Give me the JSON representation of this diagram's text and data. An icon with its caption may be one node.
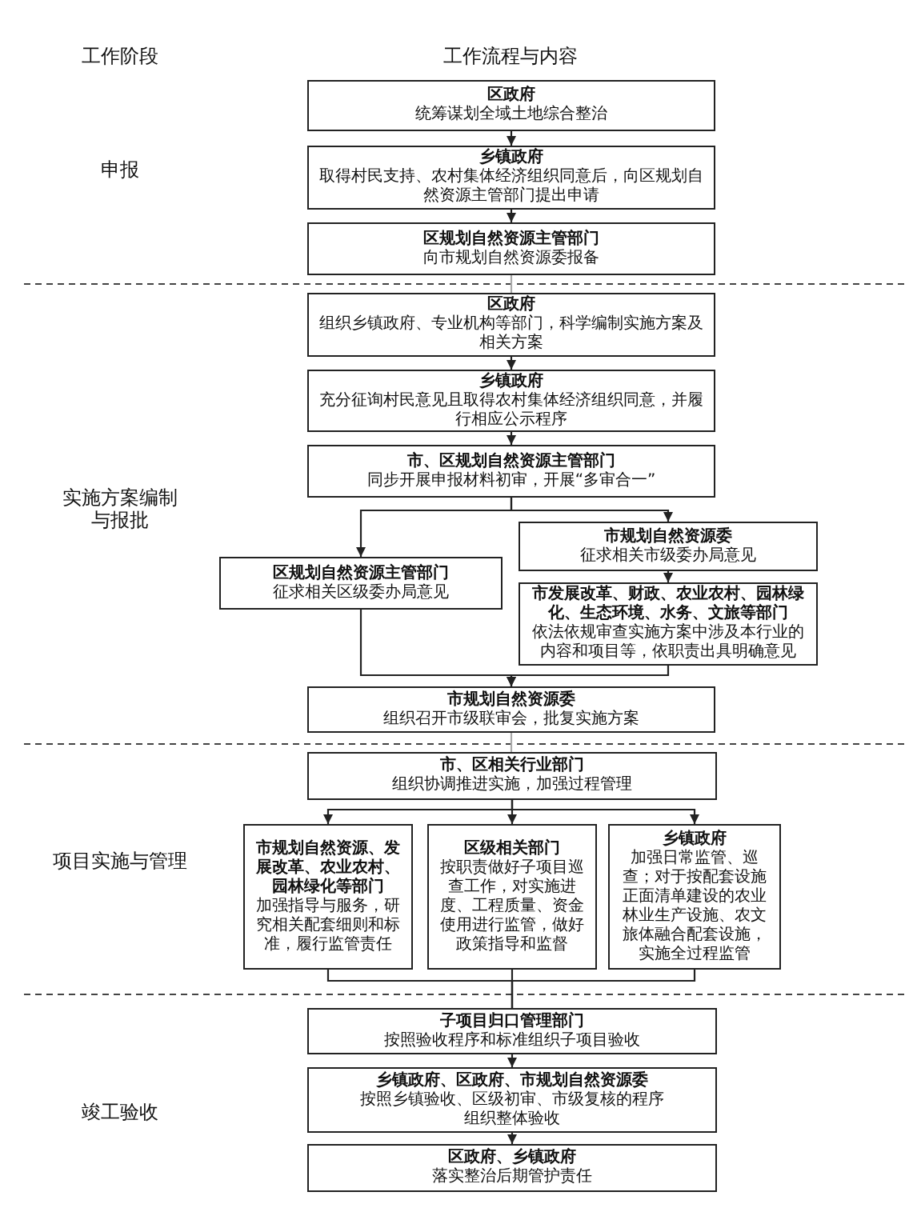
{
  "diagram": {
    "nodes": [
      {
        "text": [
          "区政府",
          "统筹谋划全域土地综合整治"
        ]
      },
      {
        "text": [
          "乡镇政府",
          "取得村民支持、农村集体经济组织同意后，向区规划自然资源主管部门提出申请"
        ]
      },
      {
        "text": [
          "区规划自然资源主管部门",
          "向市规划自然资源委报备"
        ]
      },
      {
        "text": [
          "区政府",
          "组织乡镇政府、专业机构等部门，科学编制实施方案及相关方案"
        ]
      },
      {
        "text": [
          "乡镇政府",
          "充分征询村民意见且取得农村集体经济组织同意，并履行相应公示程序"
        ]
      },
      {
        "text": [
          "市、区规划自然资源主管部门",
          "同步开展申报材料初审，开展“多审合一”"
        ]
      },
      {
        "text": [
          "区规划自然资源主管部门",
          "征求相关区级委办局意见"
        ]
      },
      {
        "text": [
          "市规划自然资源委",
          "征求相关市级委办局意见"
        ]
      },
      {
        "text": [
          "市发展改革、财政、农业农村、园林绿化、生态环境、水务、文旅等部门",
          "依法依规审查实施方案中涉及本行业的内容和项目等，依职责出具明确意见"
        ]
      },
      {
        "text": [
          "市规划自然资源委",
          "组织召开市级联审会，批复实施方案"
        ]
      },
      {
        "text": [
          "市、区相关行业部门",
          "组织协调推进实施，加强过程管理"
        ]
      },
      {
        "text": [
          "市规划自然资源、发展改革、农业农村、园林绿化等部门",
          "加强指导与服务，研究相关配套细则和标准，履行监管责任"
        ]
      },
      {
        "text": [
          "区级相关部门",
          "按职责做好子项目巡查工作，对实施进度、工程质量、资金使用进行监管，做好政策指导和监督"
        ]
      },
      {
        "text": [
          "乡镇政府",
          "加强日常监管、巡查；对于按配套设施正面清单建设的农业林业生产设施、农文旅体融合配套设施，实施全过程监管"
        ]
      },
      {
        "text": [
          "子项目归口管理部门",
          "按照验收程序和标准组织子项目验收"
        ]
      },
      {
        "text": [
          "乡镇政府、区政府、市规划自然资源委",
          "按照乡镇验收、区级初审、市级复核的程序组织整体验收"
        ]
      },
      {
        "text": [
          "区政府、乡镇政府",
          "落实整治后期管护责任"
        ]
      }
    ],
    "edges": [
      {
        "from": 0,
        "to": 1,
        "arrow": "to"
      },
      {
        "from": 1,
        "to": 2,
        "arrow": "to"
      },
      {
        "from": 2,
        "to": 3,
        "arrow": "none",
        "color": "#aaaaaa"
      },
      {
        "from": 3,
        "to": 4,
        "arrow": "to"
      },
      {
        "from": 4,
        "to": 5,
        "arrow": "to"
      },
      {
        "from": 5,
        "to": 6,
        "arrow": "to"
      },
      {
        "from": 5,
        "to": 7,
        "arrow": "to"
      },
      {
        "from": 7,
        "to": 8,
        "arrow": "to"
      },
      {
        "from": 6,
        "to": 9,
        "arrow": "to"
      },
      {
        "from": 8,
        "to": 9,
        "arrow": "to"
      },
      {
        "from": 9,
        "to": 10,
        "arrow": "none",
        "color": "#aaaaaa"
      },
      {
        "from": 10,
        "to": 11,
        "arrow": "to"
      },
      {
        "from": 10,
        "to": 12,
        "arrow": "to"
      },
      {
        "from": 10,
        "to": 13,
        "arrow": "to"
      },
      {
        "from": 11,
        "to": 14,
        "arrow": "none"
      },
      {
        "from": 12,
        "to": 14,
        "arrow": "none"
      },
      {
        "from": 13,
        "to": 14,
        "arrow": "none"
      },
      {
        "from": 14,
        "to": 15,
        "arrow": "to"
      },
      {
        "from": 15,
        "to": 16,
        "arrow": "to"
      }
    ],
    "labels": [
      "工作阶段",
      "工作流程与内容",
      "申报",
      "实施方案编制与报批",
      "项目实施与管理",
      "竣工验收"
    ]
  }
}
